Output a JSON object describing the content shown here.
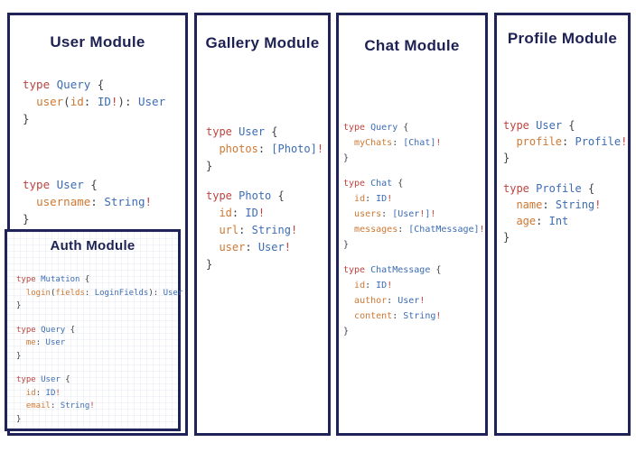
{
  "colors": {
    "border_navy": "#1f2358",
    "title_navy": "#1d2153",
    "keyword_red": "#bb4440",
    "type_blue": "#3c6cb3",
    "field_orange": "#cd7832",
    "punct_dark": "#3d4145"
  },
  "modules": [
    {
      "id": "user",
      "title": "User Module",
      "blocks": [
        [
          [
            [
              "kw",
              "type"
            ],
            [
              "pu",
              " "
            ],
            [
              "ty",
              "Query"
            ],
            [
              "pu",
              " {"
            ]
          ],
          [
            [
              "pu",
              "  "
            ],
            [
              "fi",
              "user"
            ],
            [
              "pu",
              "("
            ],
            [
              "fi",
              "id"
            ],
            [
              "pu",
              ": "
            ],
            [
              "ty",
              "ID"
            ],
            [
              "bg",
              "!"
            ],
            [
              "pu",
              "): "
            ],
            [
              "ty",
              "User"
            ]
          ],
          [
            [
              "pu",
              "}"
            ]
          ]
        ],
        [
          [
            [
              "kw",
              "type"
            ],
            [
              "pu",
              " "
            ],
            [
              "ty",
              "User"
            ],
            [
              "pu",
              " {"
            ]
          ],
          [
            [
              "pu",
              "  "
            ],
            [
              "fi",
              "username"
            ],
            [
              "pu",
              ": "
            ],
            [
              "ty",
              "String"
            ],
            [
              "bg",
              "!"
            ]
          ],
          [
            [
              "pu",
              "}"
            ]
          ]
        ]
      ]
    },
    {
      "id": "gallery",
      "title": "Gallery Module",
      "blocks": [
        [
          [
            [
              "kw",
              "type"
            ],
            [
              "pu",
              " "
            ],
            [
              "ty",
              "User"
            ],
            [
              "pu",
              " {"
            ]
          ],
          [
            [
              "pu",
              "  "
            ],
            [
              "fi",
              "photos"
            ],
            [
              "pu",
              ": "
            ],
            [
              "ty",
              "[Photo]"
            ],
            [
              "bg",
              "!"
            ]
          ],
          [
            [
              "pu",
              "}"
            ]
          ]
        ],
        [
          [
            [
              "kw",
              "type"
            ],
            [
              "pu",
              " "
            ],
            [
              "ty",
              "Photo"
            ],
            [
              "pu",
              " {"
            ]
          ],
          [
            [
              "pu",
              "  "
            ],
            [
              "fi",
              "id"
            ],
            [
              "pu",
              ": "
            ],
            [
              "ty",
              "ID"
            ],
            [
              "bg",
              "!"
            ]
          ],
          [
            [
              "pu",
              "  "
            ],
            [
              "fi",
              "url"
            ],
            [
              "pu",
              ": "
            ],
            [
              "ty",
              "String"
            ],
            [
              "bg",
              "!"
            ]
          ],
          [
            [
              "pu",
              "  "
            ],
            [
              "fi",
              "user"
            ],
            [
              "pu",
              ": "
            ],
            [
              "ty",
              "User"
            ],
            [
              "bg",
              "!"
            ]
          ],
          [
            [
              "pu",
              "}"
            ]
          ]
        ]
      ]
    },
    {
      "id": "chat",
      "title": "Chat Module",
      "blocks": [
        [
          [
            [
              "kw",
              "type"
            ],
            [
              "pu",
              " "
            ],
            [
              "ty",
              "Query"
            ],
            [
              "pu",
              " {"
            ]
          ],
          [
            [
              "pu",
              "  "
            ],
            [
              "fi",
              "myChats"
            ],
            [
              "pu",
              ": "
            ],
            [
              "ty",
              "[Chat]"
            ],
            [
              "bg",
              "!"
            ]
          ],
          [
            [
              "pu",
              "}"
            ]
          ]
        ],
        [
          [
            [
              "kw",
              "type"
            ],
            [
              "pu",
              " "
            ],
            [
              "ty",
              "Chat"
            ],
            [
              "pu",
              " {"
            ]
          ],
          [
            [
              "pu",
              "  "
            ],
            [
              "fi",
              "id"
            ],
            [
              "pu",
              ": "
            ],
            [
              "ty",
              "ID"
            ],
            [
              "bg",
              "!"
            ]
          ],
          [
            [
              "pu",
              "  "
            ],
            [
              "fi",
              "users"
            ],
            [
              "pu",
              ": "
            ],
            [
              "ty",
              "[User"
            ],
            [
              "bg",
              "!"
            ],
            [
              "ty",
              "]"
            ],
            [
              "bg",
              "!"
            ]
          ],
          [
            [
              "pu",
              "  "
            ],
            [
              "fi",
              "messages"
            ],
            [
              "pu",
              ": "
            ],
            [
              "ty",
              "[ChatMessage]"
            ],
            [
              "bg",
              "!"
            ]
          ],
          [
            [
              "pu",
              "}"
            ]
          ]
        ],
        [
          [
            [
              "kw",
              "type"
            ],
            [
              "pu",
              " "
            ],
            [
              "ty",
              "ChatMessage"
            ],
            [
              "pu",
              " {"
            ]
          ],
          [
            [
              "pu",
              "  "
            ],
            [
              "fi",
              "id"
            ],
            [
              "pu",
              ": "
            ],
            [
              "ty",
              "ID"
            ],
            [
              "bg",
              "!"
            ]
          ],
          [
            [
              "pu",
              "  "
            ],
            [
              "fi",
              "author"
            ],
            [
              "pu",
              ": "
            ],
            [
              "ty",
              "User"
            ],
            [
              "bg",
              "!"
            ]
          ],
          [
            [
              "pu",
              "  "
            ],
            [
              "fi",
              "content"
            ],
            [
              "pu",
              ": "
            ],
            [
              "ty",
              "String"
            ],
            [
              "bg",
              "!"
            ]
          ],
          [
            [
              "pu",
              "}"
            ]
          ]
        ]
      ]
    },
    {
      "id": "profile",
      "title": "Profile Module",
      "blocks": [
        [
          [
            [
              "kw",
              "type"
            ],
            [
              "pu",
              " "
            ],
            [
              "ty",
              "User"
            ],
            [
              "pu",
              " {"
            ]
          ],
          [
            [
              "pu",
              "  "
            ],
            [
              "fi",
              "profile"
            ],
            [
              "pu",
              ": "
            ],
            [
              "ty",
              "Profile"
            ],
            [
              "bg",
              "!"
            ]
          ],
          [
            [
              "pu",
              "}"
            ]
          ]
        ],
        [
          [
            [
              "kw",
              "type"
            ],
            [
              "pu",
              " "
            ],
            [
              "ty",
              "Profile"
            ],
            [
              "pu",
              " {"
            ]
          ],
          [
            [
              "pu",
              "  "
            ],
            [
              "fi",
              "name"
            ],
            [
              "pu",
              ": "
            ],
            [
              "ty",
              "String"
            ],
            [
              "bg",
              "!"
            ]
          ],
          [
            [
              "pu",
              "  "
            ],
            [
              "fi",
              "age"
            ],
            [
              "pu",
              ": "
            ],
            [
              "ty",
              "Int"
            ]
          ],
          [
            [
              "pu",
              "}"
            ]
          ]
        ]
      ]
    },
    {
      "id": "auth",
      "title": "Auth Module",
      "blocks": [
        [
          [
            [
              "kw",
              "type"
            ],
            [
              "pu",
              " "
            ],
            [
              "ty",
              "Mutation"
            ],
            [
              "pu",
              " {"
            ]
          ],
          [
            [
              "pu",
              "  "
            ],
            [
              "fi",
              "login"
            ],
            [
              "pu",
              "("
            ],
            [
              "fi",
              "fields"
            ],
            [
              "pu",
              ": "
            ],
            [
              "ty",
              "LoginFields"
            ],
            [
              "pu",
              "): "
            ],
            [
              "ty",
              "User"
            ]
          ],
          [
            [
              "pu",
              "}"
            ]
          ]
        ],
        [
          [
            [
              "kw",
              "type"
            ],
            [
              "pu",
              " "
            ],
            [
              "ty",
              "Query"
            ],
            [
              "pu",
              " {"
            ]
          ],
          [
            [
              "pu",
              "  "
            ],
            [
              "fi",
              "me"
            ],
            [
              "pu",
              ": "
            ],
            [
              "ty",
              "User"
            ]
          ],
          [
            [
              "pu",
              "}"
            ]
          ]
        ],
        [
          [
            [
              "kw",
              "type"
            ],
            [
              "pu",
              " "
            ],
            [
              "ty",
              "User"
            ],
            [
              "pu",
              " {"
            ]
          ],
          [
            [
              "pu",
              "  "
            ],
            [
              "fi",
              "id"
            ],
            [
              "pu",
              ": "
            ],
            [
              "ty",
              "ID"
            ],
            [
              "bg",
              "!"
            ]
          ],
          [
            [
              "pu",
              "  "
            ],
            [
              "fi",
              "email"
            ],
            [
              "pu",
              ": "
            ],
            [
              "ty",
              "String"
            ],
            [
              "bg",
              "!"
            ]
          ],
          [
            [
              "pu",
              "}"
            ]
          ]
        ]
      ]
    }
  ]
}
